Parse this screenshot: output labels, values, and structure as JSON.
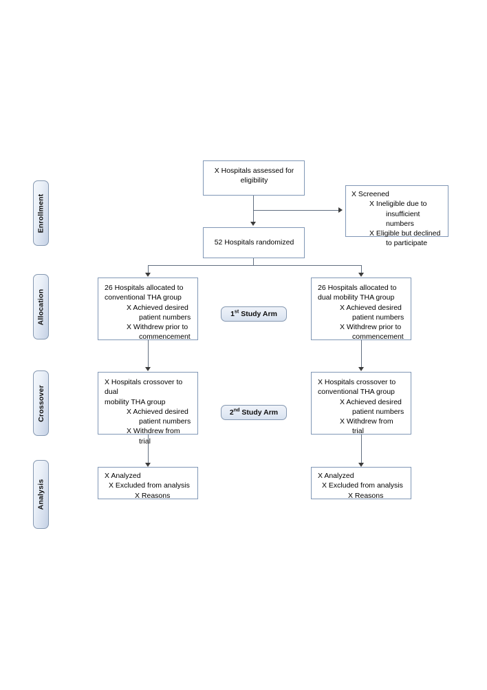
{
  "diagram": {
    "title": "CONSORT participant flow diagram",
    "colors": {
      "box_border": "#7f96b5",
      "box_fill": "#ffffff",
      "tab_border": "#8497b0",
      "tab_fill_light": "#f4f7fb",
      "tab_fill_dark": "#c3d0e4",
      "connector": "#606e80",
      "arrow": "#3b3b3b",
      "text": "#000000",
      "page_background": "#ffffff"
    }
  },
  "phases": [
    {
      "id": "enrollment",
      "label": "Enrollment"
    },
    {
      "id": "allocation",
      "label": "Allocation"
    },
    {
      "id": "crossover",
      "label": "Crossover"
    },
    {
      "id": "analysis",
      "label": "Analysis"
    }
  ],
  "nodes": {
    "assessed": {
      "lines": [
        "X Hospitals assessed for",
        "eligibility"
      ]
    },
    "screened": {
      "lines": [
        "X Screened",
        "X Ineligible due to",
        "insufficient numbers",
        "X Eligible but declined",
        "to participate"
      ]
    },
    "randomized": {
      "lines": [
        "52 Hospitals randomized"
      ]
    },
    "alloc_left": {
      "lines": [
        "26 Hospitals allocated to",
        "conventional THA group",
        "X Achieved desired",
        "patient numbers",
        "X Withdrew prior to",
        "commencement"
      ]
    },
    "alloc_right": {
      "lines": [
        "26 Hospitals allocated to",
        "dual mobility THA group",
        "X Achieved desired",
        "patient numbers",
        "X Withdrew prior to",
        "commencement"
      ]
    },
    "crossover_left": {
      "lines": [
        "X Hospitals crossover to dual",
        "mobility THA group",
        "X Achieved desired",
        "patient numbers",
        "X Withdrew from",
        "trial"
      ]
    },
    "crossover_right": {
      "lines": [
        "X Hospitals crossover to",
        "conventional THA group",
        "X Achieved desired",
        "patient numbers",
        "X Withdrew from",
        "trial"
      ]
    },
    "analysis_left": {
      "lines": [
        "X Analyzed",
        "X Excluded from analysis",
        "X Reasons"
      ]
    },
    "analysis_right": {
      "lines": [
        "X Analyzed",
        "X Excluded from analysis",
        "X Reasons"
      ]
    }
  },
  "arms": [
    {
      "id": "first-study-arm",
      "number": "1",
      "ordinal": "st",
      "text": "Study Arm"
    },
    {
      "id": "second-study-arm",
      "number": "2",
      "ordinal": "nd",
      "text": "Study Arm"
    }
  ]
}
